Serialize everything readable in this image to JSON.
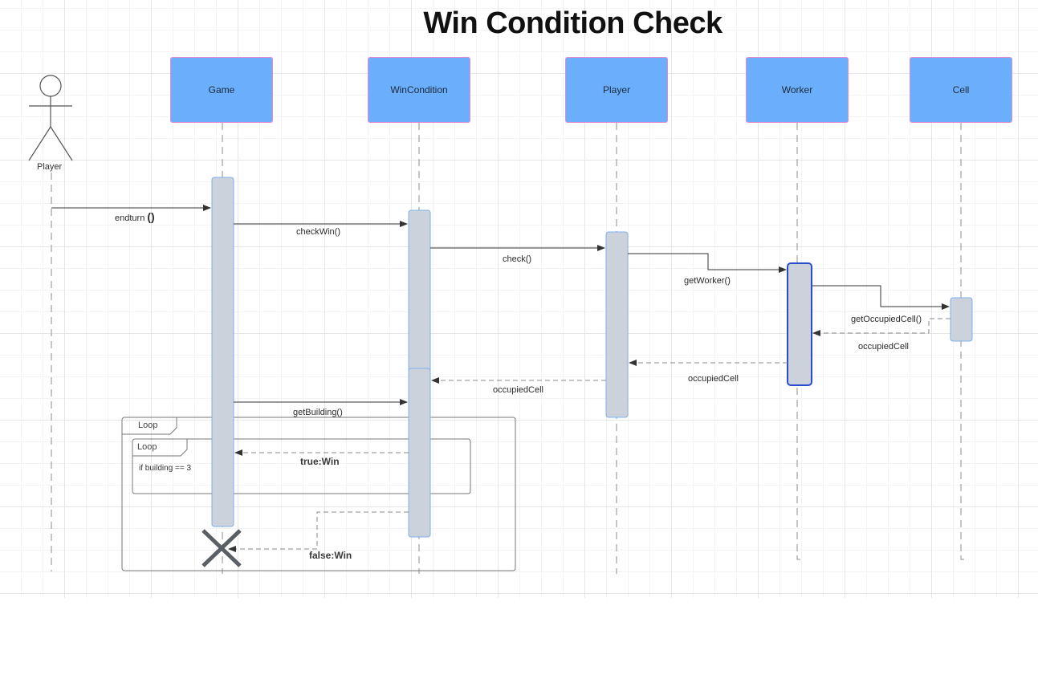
{
  "title": "Win Condition Check",
  "actor": {
    "label": "Player"
  },
  "lifelines": [
    {
      "id": "game",
      "label": "Game"
    },
    {
      "id": "wincondition",
      "label": "WinCondition"
    },
    {
      "id": "player",
      "label": "Player"
    },
    {
      "id": "worker",
      "label": "Worker"
    },
    {
      "id": "cell",
      "label": "Cell"
    }
  ],
  "messages": {
    "endturn": "endturn",
    "endturn_parens": "()",
    "checkwin": "checkWin()",
    "check": "check()",
    "getworker": "getWorker()",
    "getoccupiedcell": "getOccupiedCell()",
    "occupiedcell_cell": "occupiedCell",
    "occupiedcell_worker": "occupiedCell",
    "occupiedcell_player": "occupiedCell",
    "getbuilding": "getBuilding()",
    "true_win": "true:Win",
    "false_win": "false:Win"
  },
  "frames": {
    "outer_loop": "Loop",
    "inner_loop": "Loop",
    "guard": "if building == 3"
  },
  "colors": {
    "lifeline_fill": "#6aaefc",
    "lifeline_border": "#e489d8",
    "activation_fill": "#ccd2db",
    "activation_border": "#7fb0ea",
    "worker_activation_border": "#2a4ccc"
  }
}
